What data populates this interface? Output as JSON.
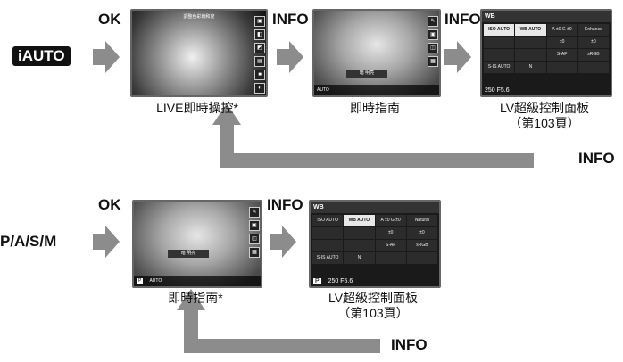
{
  "colors": {
    "arrow": "#8c8c8c",
    "screen_border": "#666666"
  },
  "top_row": {
    "mode_badge": "iAUTO",
    "key1": "OK",
    "key2": "INFO",
    "key3": "INFO",
    "key_return": "INFO",
    "screen1": {
      "top_text": "調整色彩飽和度",
      "bottom_text": "",
      "caption": "LIVE即時操控*"
    },
    "screen2": {
      "top_text": "",
      "center_text": "暗 明亮",
      "bottom_text": "AUTO",
      "caption": "即時指南"
    },
    "screen3": {
      "header": "WB",
      "cells": [
        "ISO AUTO",
        "WB AUTO",
        "A ±0 G ±0",
        "Enhance",
        "",
        "",
        "±0",
        "±0",
        "",
        "",
        "S-AF",
        "sRGB",
        "S-IS AUTO",
        "N",
        "",
        ""
      ],
      "footer": "250 F5.6",
      "caption_line1": "LV超級控制面板",
      "caption_line2": "（第103頁）"
    }
  },
  "bottom_row": {
    "mode_label": "P/A/S/M",
    "key1": "OK",
    "key2": "INFO",
    "key_return": "INFO",
    "screen1": {
      "center_text": "暗 明亮",
      "bottom_text": "AUTO",
      "mode_icon": "P",
      "caption": "即時指南*"
    },
    "screen2": {
      "header": "WB",
      "cells": [
        "ISO AUTO",
        "WB AUTO",
        "A ±0 G ±0",
        "Natural",
        "",
        "",
        "±0",
        "±0",
        "",
        "",
        "S-AF",
        "sRGB",
        "S-IS AUTO",
        "N",
        "",
        ""
      ],
      "footer": "250 F5.6",
      "mode_icon": "P",
      "caption_line1": "LV超級控制面板",
      "caption_line2": "（第103頁）"
    }
  }
}
